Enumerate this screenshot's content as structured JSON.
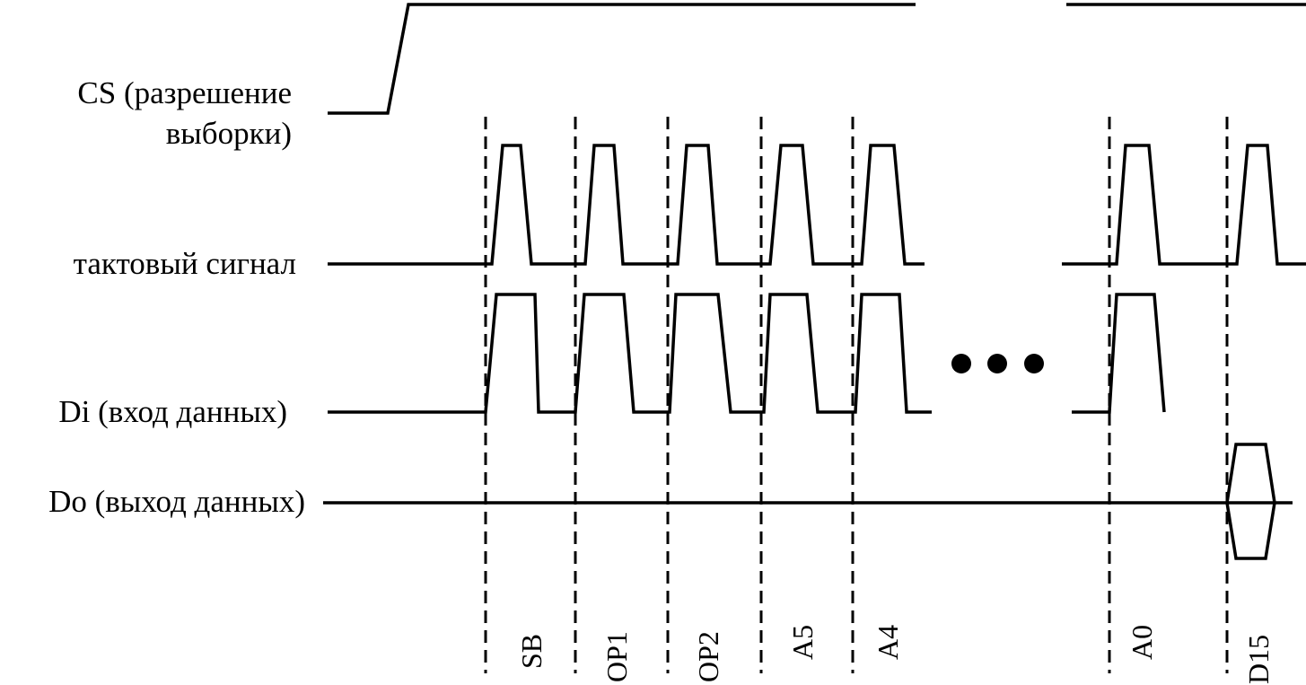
{
  "signals": {
    "cs_line1": "CS (разрешение",
    "cs_line2": "выборки)",
    "clock": "тактовый сигнал",
    "di": "Di (вход данных)",
    "do": "Do (выход данных)"
  },
  "bits": [
    "SB",
    "OP1",
    "OP2",
    "A5",
    "A4",
    "A0",
    "D15"
  ],
  "colors": {
    "line": "#000000",
    "background": "#ffffff"
  }
}
